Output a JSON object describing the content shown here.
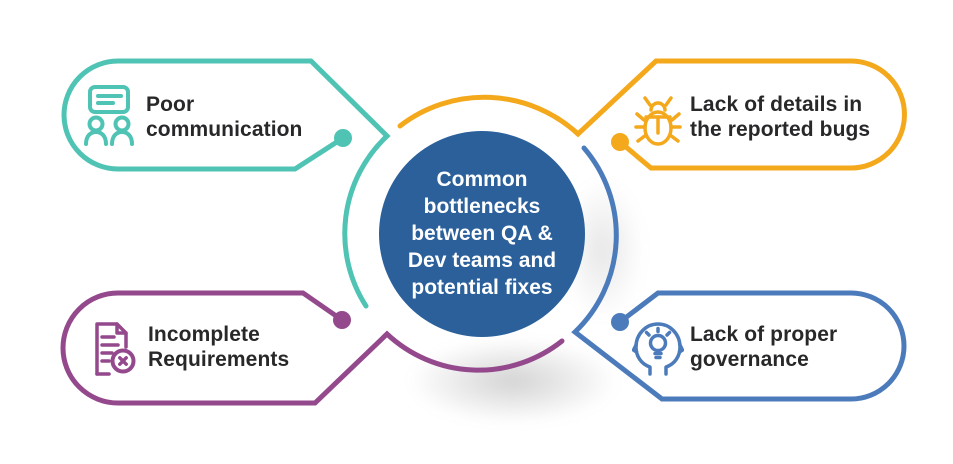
{
  "background": "#ffffff",
  "text_color": "#28282b",
  "center": {
    "label": "Common\nbottlenecks\nbetween QA &\nDev teams and\npotential fixes",
    "fill": "#2B609B",
    "text_color": "#ffffff"
  },
  "nodes": [
    {
      "id": "poor-communication",
      "position": "top-left",
      "label": "Poor\ncommunication",
      "color": "#4FC3B4",
      "icon": "communication-icon"
    },
    {
      "id": "lack-of-details-in-reported-bugs",
      "position": "top-right",
      "label": "Lack of details in\nthe reported bugs",
      "color": "#F4A81C",
      "icon": "bug-icon"
    },
    {
      "id": "incomplete-requirements",
      "position": "bottom-left",
      "label": "Incomplete\nRequirements",
      "color": "#93498C",
      "icon": "incomplete-document-icon"
    },
    {
      "id": "lack-of-proper-governance",
      "position": "bottom-right",
      "label": "Lack of proper\ngovernance",
      "color": "#4C7BBB",
      "icon": "head-idea-icon"
    }
  ]
}
